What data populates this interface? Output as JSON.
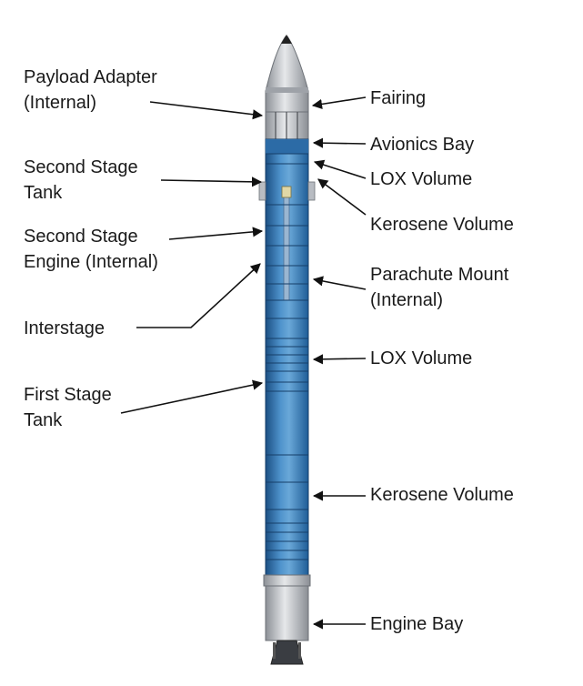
{
  "labels": {
    "left": {
      "payload_adapter": [
        "Payload Adapter",
        "(Internal)"
      ],
      "second_stage_tank": [
        "Second Stage",
        "Tank"
      ],
      "second_stage_engine": [
        "Second Stage",
        "Engine (Internal)"
      ],
      "interstage": [
        "Interstage"
      ],
      "first_stage_tank": [
        "First Stage",
        "Tank"
      ]
    },
    "right": {
      "fairing": [
        "Fairing"
      ],
      "avionics_bay": [
        "Avionics Bay"
      ],
      "lox_volume_upper": [
        "LOX Volume"
      ],
      "kerosene_volume_upper": [
        "Kerosene Volume"
      ],
      "parachute_mount": [
        "Parachute Mount",
        "(Internal)"
      ],
      "lox_volume_lower": [
        "LOX Volume"
      ],
      "kerosene_volume_lower": [
        "Kerosene Volume"
      ],
      "engine_bay": [
        "Engine Bay"
      ]
    }
  },
  "colors": {
    "rocket_blue": "#2f78b6",
    "rocket_blue_light": "#6aa8d8",
    "rocket_blue_dark": "#1b4f83",
    "fairing_gray": "#c9ccd0",
    "text": "#1a1a1a",
    "arrow": "#111111"
  }
}
